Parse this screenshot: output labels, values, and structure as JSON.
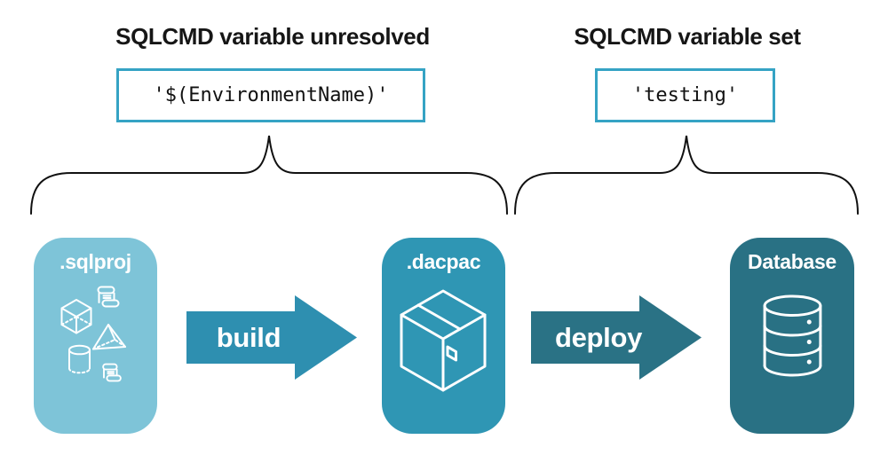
{
  "diagram": {
    "left_annotation": {
      "heading": "SQLCMD variable unresolved",
      "code": "'$(EnvironmentName)'"
    },
    "right_annotation": {
      "heading": "SQLCMD variable set",
      "code": "'testing'"
    },
    "stages": [
      {
        "label": ".sqlproj",
        "icon": "sql-project-objects",
        "color": "#7EC4D8"
      },
      {
        "label": ".dacpac",
        "icon": "package-box",
        "color": "#2F96B4"
      },
      {
        "label": "Database",
        "icon": "database-cylinder",
        "color": "#297184"
      }
    ],
    "arrows": [
      {
        "label": "build",
        "color": "#2E8FB0"
      },
      {
        "label": "deploy",
        "color": "#2A7285"
      }
    ],
    "colors": {
      "background": "#FFFFFF",
      "heading_text": "#161616",
      "code_text": "#111111",
      "code_box_border": "#35A3C4",
      "brace_stroke": "#111111",
      "icon_stroke": "#FFFFFF"
    }
  }
}
